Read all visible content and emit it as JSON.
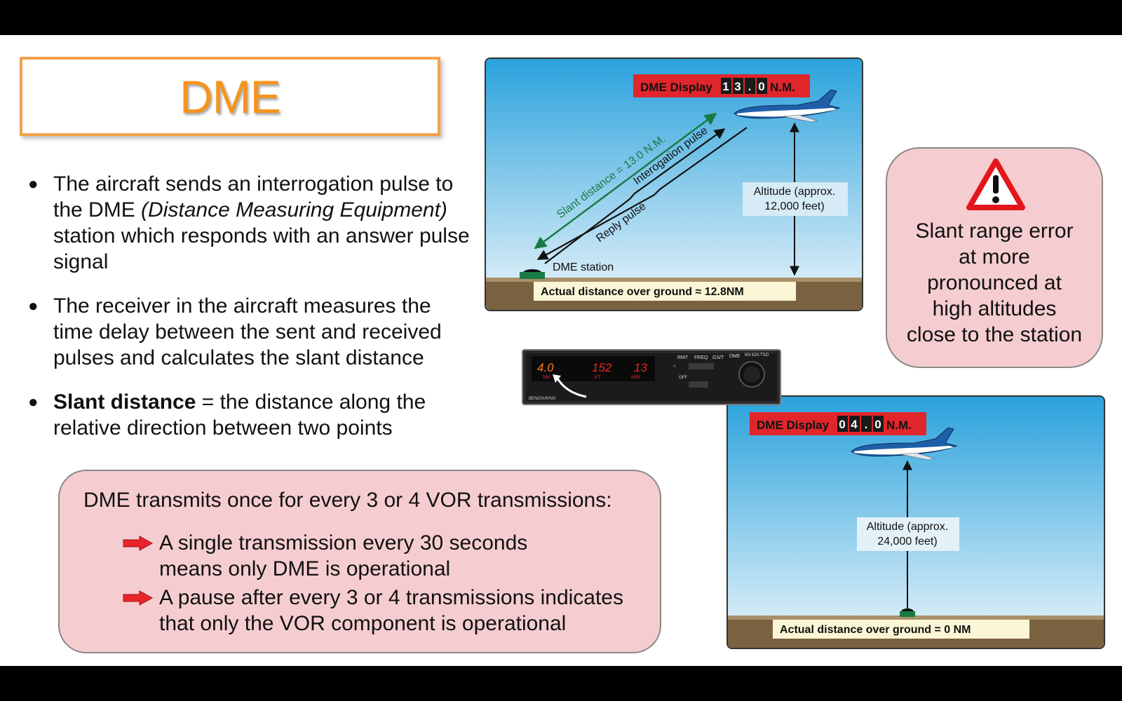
{
  "title": "DME",
  "bullets": [
    {
      "text_a": "The aircraft sends an interrogation pulse to the DME ",
      "italic": "(Distance Measuring Equipment)",
      "text_b": " station which responds with an answer pulse signal"
    },
    {
      "text": "The receiver in the aircraft measures the time delay between the sent and received pulses and calculates the slant distance"
    },
    {
      "bold": "Slant distance",
      "text": " = the distance along the relative direction between two points"
    }
  ],
  "vor_box": {
    "heading": "DME transmits once for every 3 or 4 VOR transmissions:",
    "items": [
      {
        "line1": "A single transmission every 30 seconds",
        "line2": "means only DME is operational"
      },
      {
        "line1": "A pause after every 3 or 4 transmissions indicates",
        "line2": "that only the VOR component is operational"
      }
    ],
    "arrow_icon": "red-arrow-icon"
  },
  "warning": {
    "icon": "warning-triangle-icon",
    "lines": [
      "Slant range error",
      "at more",
      "pronounced at",
      "high altitudes",
      "close to the station"
    ]
  },
  "diagram_top": {
    "display_label": "DME Display",
    "digits": [
      "1",
      "3",
      ".",
      "0"
    ],
    "unit": "N.M.",
    "slant_label": "Slant distance = 13.0 N.M.",
    "interrogation_label": "Interogation pulse",
    "reply_label": "Reply pulse",
    "altitude_line1": "Altitude (approx.",
    "altitude_line2": "12,000 feet)",
    "station_label": "DME station",
    "ground_label": "Actual distance over ground ≈ 12.8NM"
  },
  "diagram_bottom": {
    "display_label": "DME Display",
    "digits": [
      "0",
      "4",
      ".",
      "0"
    ],
    "unit": "N.M.",
    "altitude_line1": "Altitude (approx.",
    "altitude_line2": "24,000 feet)",
    "ground_label": "Actual distance over ground = 0 NM"
  },
  "radio": {
    "distance": "4.0",
    "distance_unit": "NM",
    "speed": "152",
    "speed_unit": "KT",
    "time": "13",
    "time_unit": "MIN",
    "labels": [
      "RMT",
      "FREQ",
      "GS/T",
      "DME",
      "KN 62A TSO"
    ],
    "off_label": "OFF",
    "brand": "BENDIX/KING"
  },
  "colors": {
    "title": "#f7941d",
    "pink_box": "#f5cdd0",
    "display_red": "#e0262b",
    "slant_green": "#1a7a45"
  }
}
